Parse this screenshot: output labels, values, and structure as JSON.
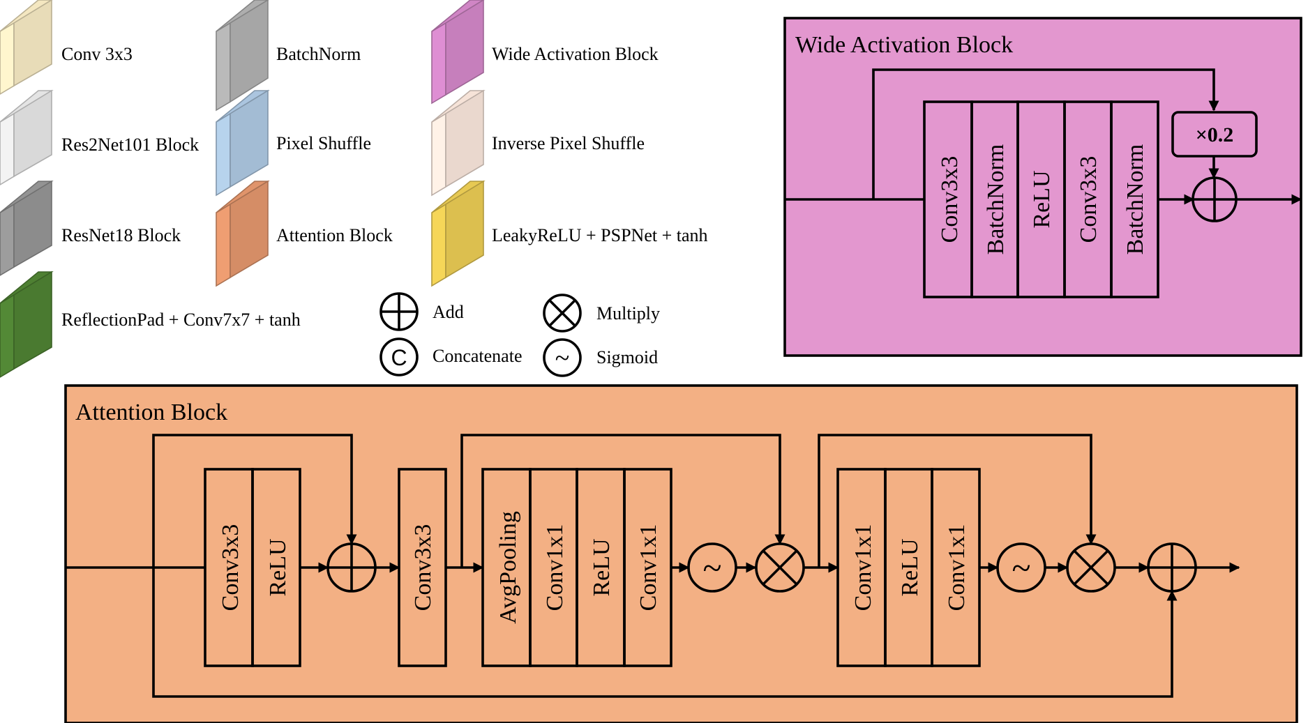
{
  "legend": {
    "conv3x3": "Conv 3x3",
    "batchnorm": "BatchNorm",
    "wide_activation": "Wide Activation Block",
    "res2net": "Res2Net101 Block",
    "pixel_shuffle": "Pixel Shuffle",
    "inverse_pixel_shuffle": "Inverse Pixel Shuffle",
    "resnet18": "ResNet18 Block",
    "attention": "Attention Block",
    "leaky_psp": "LeakyReLU + PSPNet + tanh",
    "reflection": "ReflectionPad + Conv7x7 + tanh",
    "add": "Add",
    "multiply": "Multiply",
    "concatenate": "Concatenate",
    "sigmoid": "Sigmoid",
    "concat_symbol": "C",
    "sigmoid_symbol": "~"
  },
  "colors": {
    "conv3x3": "#e8dcb8",
    "batchnorm": "#a6a6a6",
    "wide_activation": "#c67fbc",
    "res2net": "#d9d9d9",
    "pixel_shuffle": "#a3bcd4",
    "inverse_pixel_shuffle": "#ead8ce",
    "resnet18": "#8c8c8c",
    "attention": "#d58d66",
    "leaky_psp": "#dcbf4f",
    "reflection": "#4a7a30",
    "wide_panel_bg": "#e397cf",
    "attention_panel_bg": "#f3b084"
  },
  "wide_block": {
    "title": "Wide Activation Block",
    "layers": [
      "Conv3x3",
      "BatchNorm",
      "ReLU",
      "Conv3x3",
      "BatchNorm"
    ],
    "scale_factor": "×0.2"
  },
  "attention_block": {
    "title": "Attention Block",
    "group1": [
      "Conv3x3",
      "ReLU"
    ],
    "single": "Conv3x3",
    "group2": [
      "AvgPooling",
      "Conv1x1",
      "ReLU",
      "Conv1x1"
    ],
    "group3": [
      "Conv1x1",
      "ReLU",
      "Conv1x1"
    ],
    "sigmoid_symbol": "~"
  }
}
